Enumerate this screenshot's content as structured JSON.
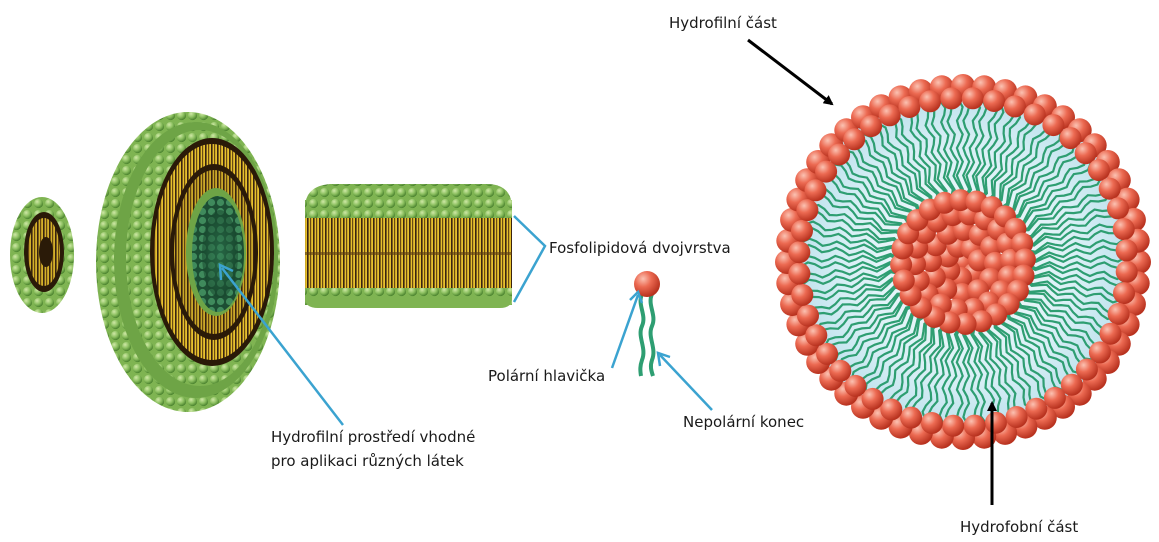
{
  "labels": {
    "hydrophilic_part": "Hydrofilní část",
    "phospholipid_bilayer": "Fosfolipidová dvojvrstva",
    "polar_head": "Polární hlavička",
    "nonpolar_tail": "Nepolární konec",
    "hydrophilic_env_line1": "Hydrofilní prostředí vhodné",
    "hydrophilic_env_line2": "pro aplikaci různých látek",
    "hydrophobic_part": "Hydrofobní část"
  },
  "colors": {
    "pointer_blue": "#3ba3d0",
    "pointer_black": "#000000",
    "head_red": "#e85a45",
    "head_red_light": "#f6a08e",
    "tail_green": "#2e9e72",
    "core_light_blue": "#cfe9f2",
    "sphere_green": "#8cc060",
    "sphere_green_dark": "#5e9a3c",
    "lipid_yellow": "#e6c12e",
    "lipid_dark": "#3a2410",
    "inner_dark_green": "#1f5a3a"
  }
}
